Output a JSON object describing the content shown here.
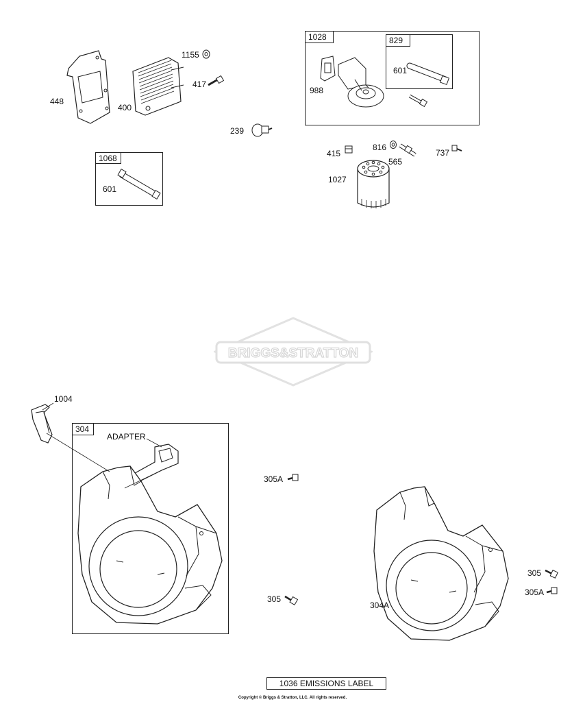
{
  "diagram": {
    "callouts": {
      "p448": "448",
      "p400": "400",
      "p1155": "1155",
      "p417": "417",
      "p239": "239",
      "p1068": "1068",
      "p601a": "601",
      "p1028": "1028",
      "p829": "829",
      "p601b": "601",
      "p988": "988",
      "p415": "415",
      "p816": "816",
      "p565": "565",
      "p737": "737",
      "p1027": "1027",
      "p1004": "1004",
      "p304": "304",
      "adapter": "ADAPTER",
      "p305a_1": "305A",
      "p305_1": "305",
      "p304a": "304A",
      "p305_2": "305",
      "p305a_2": "305A"
    },
    "watermark_text": "BRIGGS&STRATTON",
    "emissions_label": "1036 EMISSIONS LABEL",
    "copyright": "Copyright © Briggs & Stratton, LLC. All rights reserved."
  }
}
